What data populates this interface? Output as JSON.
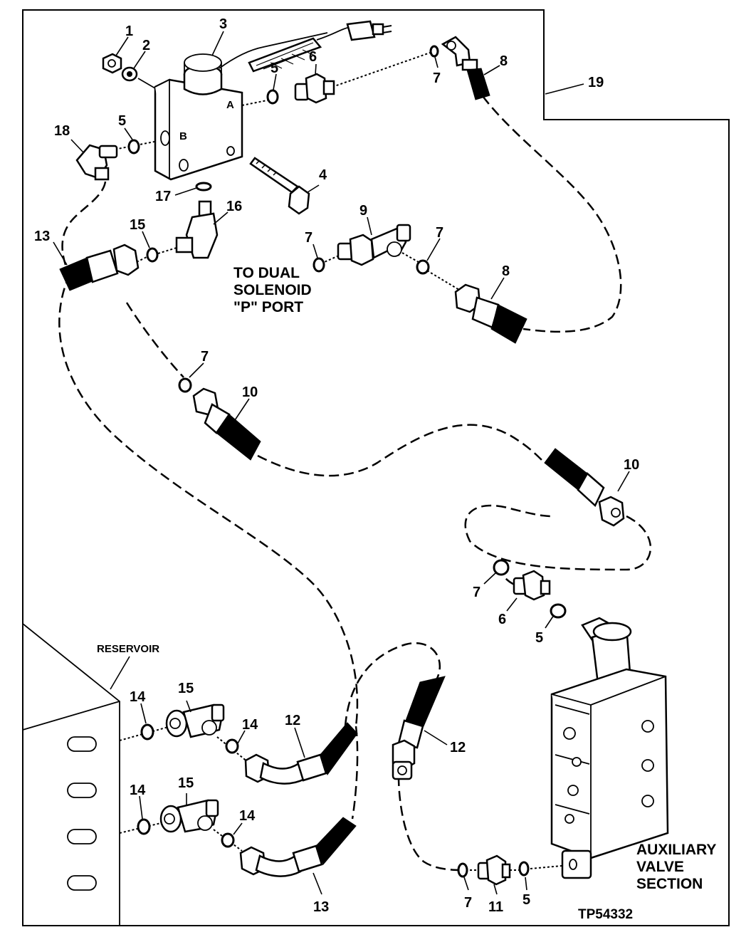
{
  "callouts": {
    "c1": "1",
    "c2": "2",
    "c3": "3",
    "c4": "4",
    "c5a": "5",
    "c5b": "5",
    "c5c": "5",
    "c5d": "5",
    "c6a": "6",
    "c6b": "6",
    "c7a": "7",
    "c7b": "7",
    "c7c": "7",
    "c7d": "7",
    "c7e": "7",
    "c7f": "7",
    "c8a": "8",
    "c8b": "8",
    "c9": "9",
    "c10a": "10",
    "c10b": "10",
    "c11": "11",
    "c12a": "12",
    "c12b": "12",
    "c13a": "13",
    "c13b": "13",
    "c14a": "14",
    "c14b": "14",
    "c14c": "14",
    "c14d": "14",
    "c15a": "15",
    "c15b": "15",
    "c15c": "15",
    "c16": "16",
    "c17": "17",
    "c18": "18",
    "c19": "19"
  },
  "ports": {
    "a": "A",
    "b": "B"
  },
  "labels": {
    "to_dual_1": "TO DUAL",
    "to_dual_2": "SOLENOID",
    "to_dual_3": "\"P\" PORT",
    "reservoir": "RESERVOIR",
    "aux_1": "AUXILIARY",
    "aux_2": "VALVE",
    "aux_3": "SECTION",
    "figure_id": "TP54332"
  }
}
